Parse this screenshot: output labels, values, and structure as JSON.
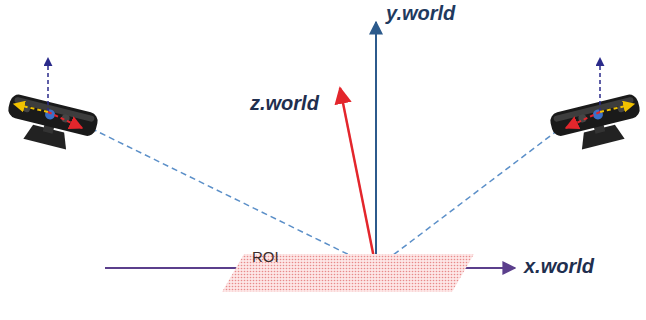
{
  "diagram": {
    "nodes": [
      {
        "text": [
          "ROI"
        ]
      }
    ],
    "labels": [
      "y.world",
      "z.world",
      "x.world"
    ]
  }
}
